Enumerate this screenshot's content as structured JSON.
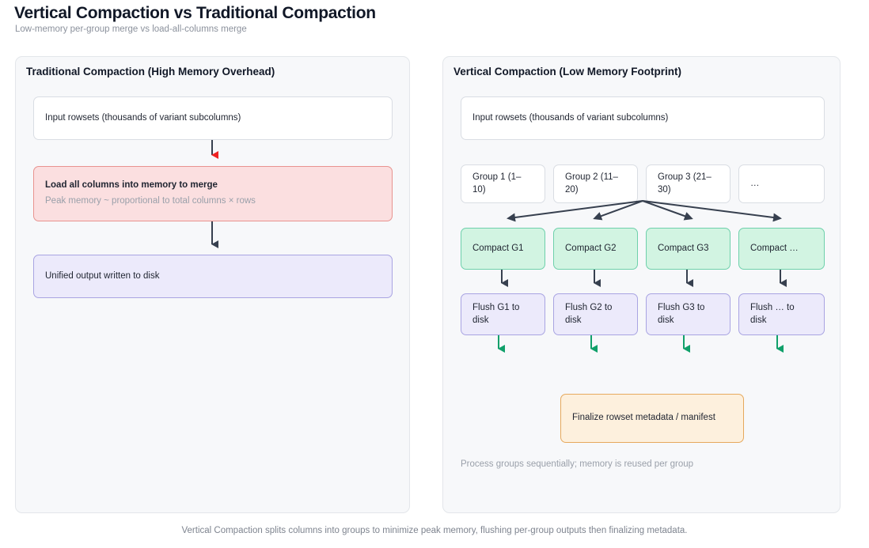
{
  "header": {
    "title": "Vertical Compaction vs Traditional Compaction",
    "subtitle": "Low-memory per-group merge vs load-all-columns merge"
  },
  "left_panel": {
    "title": "Traditional Compaction (High Memory Overhead)",
    "nodes": {
      "input": {
        "label": "Input rowsets (thousands of variant subcolumns)"
      },
      "load": {
        "label": "Load all columns into memory to merge",
        "sublabel": "Peak memory ~ proportional to total columns × rows"
      },
      "output": {
        "label": "Unified output written to disk"
      }
    }
  },
  "right_panel": {
    "title": "Vertical Compaction (Low Memory Footprint)",
    "nodes": {
      "input": {
        "label": "Input rowsets (thousands of variant subcolumns)"
      },
      "groups": [
        {
          "label": "Group 1 (1–10)"
        },
        {
          "label": "Group 2 (11–20)"
        },
        {
          "label": "Group 3 (21–30)"
        },
        {
          "label": "…"
        }
      ],
      "compact": [
        {
          "label": "Compact G1"
        },
        {
          "label": "Compact G2"
        },
        {
          "label": "Compact G3"
        },
        {
          "label": "Compact …"
        }
      ],
      "flush": [
        {
          "label": "Flush G1 to disk"
        },
        {
          "label": "Flush G2 to disk"
        },
        {
          "label": "Flush G3 to disk"
        },
        {
          "label": "Flush … to disk"
        }
      ],
      "finalize": {
        "label": "Finalize rowset metadata / manifest"
      }
    },
    "note": "Process groups sequentially; memory is reused per group"
  },
  "caption": "Vertical Compaction splits columns into groups to minimize peak memory, flushing per-group outputs then finalizing metadata.",
  "colors": {
    "arrow_dark": "#37404f",
    "arrow_red": "#ef2222",
    "arrow_green": "#10a06a",
    "node_red_fill": "#fbdfe0",
    "node_red_border": "#e8938f",
    "node_lavender_fill": "#eceafb",
    "node_lavender_border": "#a9a4e2",
    "node_green_fill": "#d2f4e2",
    "node_green_border": "#6ed0ab",
    "node_orange_fill": "#fdf0dd",
    "node_orange_border": "#e6a95d",
    "panel_bg": "#f7f8fa"
  }
}
